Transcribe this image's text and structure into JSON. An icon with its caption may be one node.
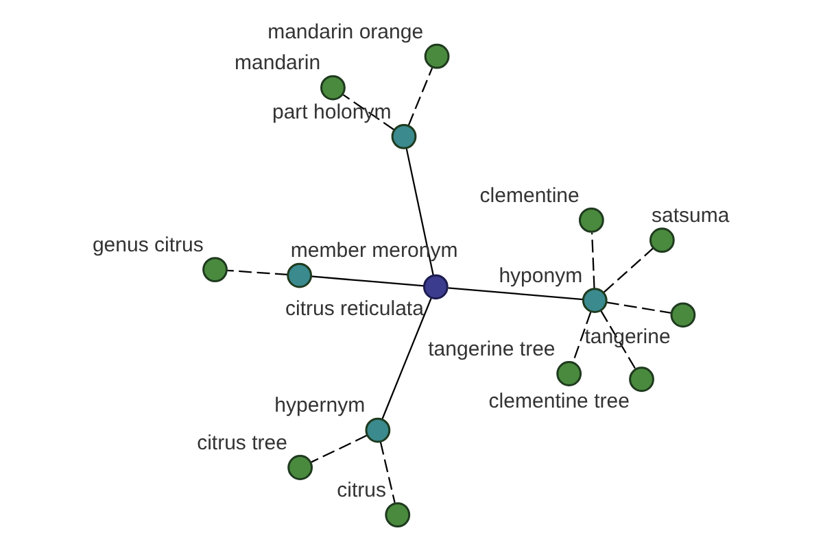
{
  "diagram": {
    "nodes": [
      {
        "text": [
          "citrus reticulata"
        ]
      },
      {
        "text": [
          "hypernym"
        ]
      },
      {
        "text": [
          "citrus"
        ]
      },
      {
        "text": [
          "citrus tree"
        ]
      },
      {
        "text": [
          "member meronym"
        ]
      },
      {
        "text": [
          "genus citrus"
        ]
      },
      {
        "text": [
          "part holonym"
        ]
      },
      {
        "text": [
          "mandarin orange"
        ]
      },
      {
        "text": [
          "mandarin"
        ]
      },
      {
        "text": [
          "hyponym"
        ]
      },
      {
        "text": [
          "tangerine"
        ]
      },
      {
        "text": [
          "clementine"
        ]
      },
      {
        "text": [
          "clementine tree"
        ]
      },
      {
        "text": [
          "satsuma"
        ]
      },
      {
        "text": [
          "tangerine tree"
        ]
      }
    ],
    "edges": [
      {
        "from": 0,
        "to": 1,
        "arrow": "none"
      },
      {
        "from": 1,
        "to": 2,
        "arrow": "none",
        "style": "dashed"
      },
      {
        "from": 1,
        "to": 3,
        "arrow": "none",
        "style": "dashed"
      },
      {
        "from": 0,
        "to": 4,
        "arrow": "none"
      },
      {
        "from": 4,
        "to": 5,
        "arrow": "none",
        "style": "dashed"
      },
      {
        "from": 0,
        "to": 6,
        "arrow": "none"
      },
      {
        "from": 6,
        "to": 7,
        "arrow": "none",
        "style": "dashed"
      },
      {
        "from": 6,
        "to": 8,
        "arrow": "none",
        "style": "dashed"
      },
      {
        "from": 0,
        "to": 9,
        "arrow": "none"
      },
      {
        "from": 9,
        "to": 10,
        "arrow": "none",
        "style": "dashed"
      },
      {
        "from": 9,
        "to": 11,
        "arrow": "none",
        "style": "dashed"
      },
      {
        "from": 9,
        "to": 12,
        "arrow": "none",
        "style": "dashed"
      },
      {
        "from": 9,
        "to": 13,
        "arrow": "none",
        "style": "dashed"
      },
      {
        "from": 9,
        "to": 14,
        "arrow": "none",
        "style": "dashed"
      }
    ]
  }
}
